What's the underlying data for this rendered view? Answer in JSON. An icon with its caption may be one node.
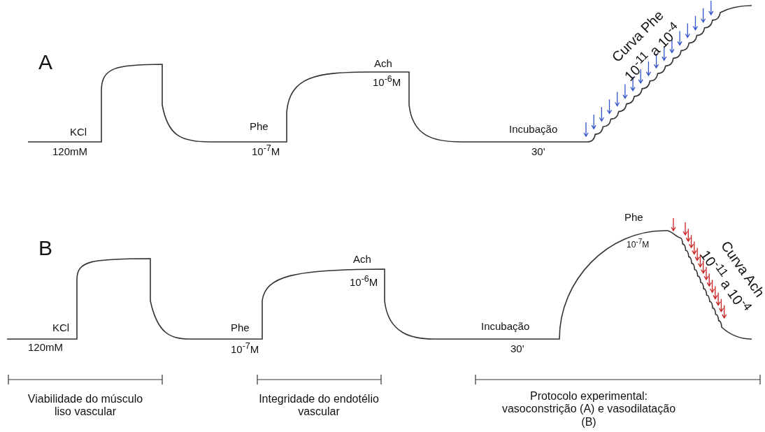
{
  "diagram": {
    "labels": [
      "A",
      "KCl",
      "120mM",
      "Phe",
      "10$^{-7}$M",
      "Ach",
      "10$^{-6}$M",
      "Incubação",
      "30'",
      "Curva Phe",
      "10$^{-11}$ a 10$^{-4}$",
      "B",
      "Phe",
      "10$^{-7}$M",
      "KCl",
      "120mM",
      "Phe",
      "10$^{-7}$M",
      "Ach",
      "10$^{-6}$M",
      "Incubação",
      "30'",
      "Curva Ach",
      "10$^{-11}$ a 10$^{-4}$",
      "Viabilidade do músculo liso vascular",
      "Integridade do endotélio vascular",
      "Protocolo experimental: vasoconstrição (A) e vasodilatação (B)"
    ]
  }
}
